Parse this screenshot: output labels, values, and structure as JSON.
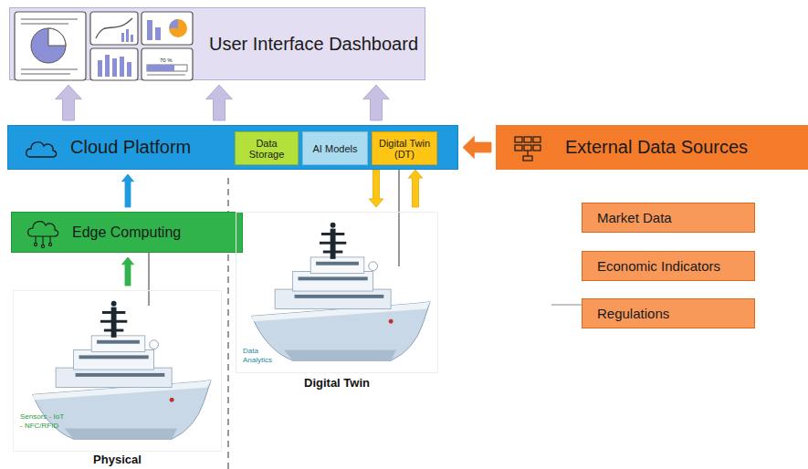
{
  "diagram": {
    "nodes": [
      {
        "text": [
          "User Interface Dashboard"
        ]
      },
      {
        "text": [
          "Cloud Platform"
        ]
      },
      {
        "text": [
          "Data Storage"
        ],
        "in": 1
      },
      {
        "text": [
          "AI Models"
        ],
        "in": 1
      },
      {
        "text": [
          "Digital Twin (DT)"
        ],
        "in": 1
      },
      {
        "text": [
          "External Data Sources"
        ]
      },
      {
        "text": [
          "Market Data"
        ]
      },
      {
        "text": [
          "Economic Indicators"
        ]
      },
      {
        "text": [
          "Regulations"
        ]
      },
      {
        "text": [
          "Edge Computing"
        ]
      },
      {
        "text": [
          "Sensors - IoT - NFC/RFID",
          "Physical"
        ]
      },
      {
        "text": [
          "Data Analytics",
          "Digital Twin"
        ]
      }
    ],
    "edges": [
      {
        "from": 1,
        "to": 0,
        "arrow": "to"
      },
      {
        "from": 1,
        "to": 0,
        "arrow": "to"
      },
      {
        "from": 1,
        "to": 0,
        "arrow": "to"
      },
      {
        "from": 5,
        "to": 1,
        "arrow": "to"
      },
      {
        "from": 9,
        "to": 1,
        "arrow": "to"
      },
      {
        "from": 10,
        "to": 9,
        "arrow": "to"
      },
      {
        "from": 4,
        "to": 11,
        "arrow": "to"
      },
      {
        "from": 11,
        "to": 4,
        "arrow": "to"
      }
    ],
    "labels": [
      "70 %"
    ]
  }
}
